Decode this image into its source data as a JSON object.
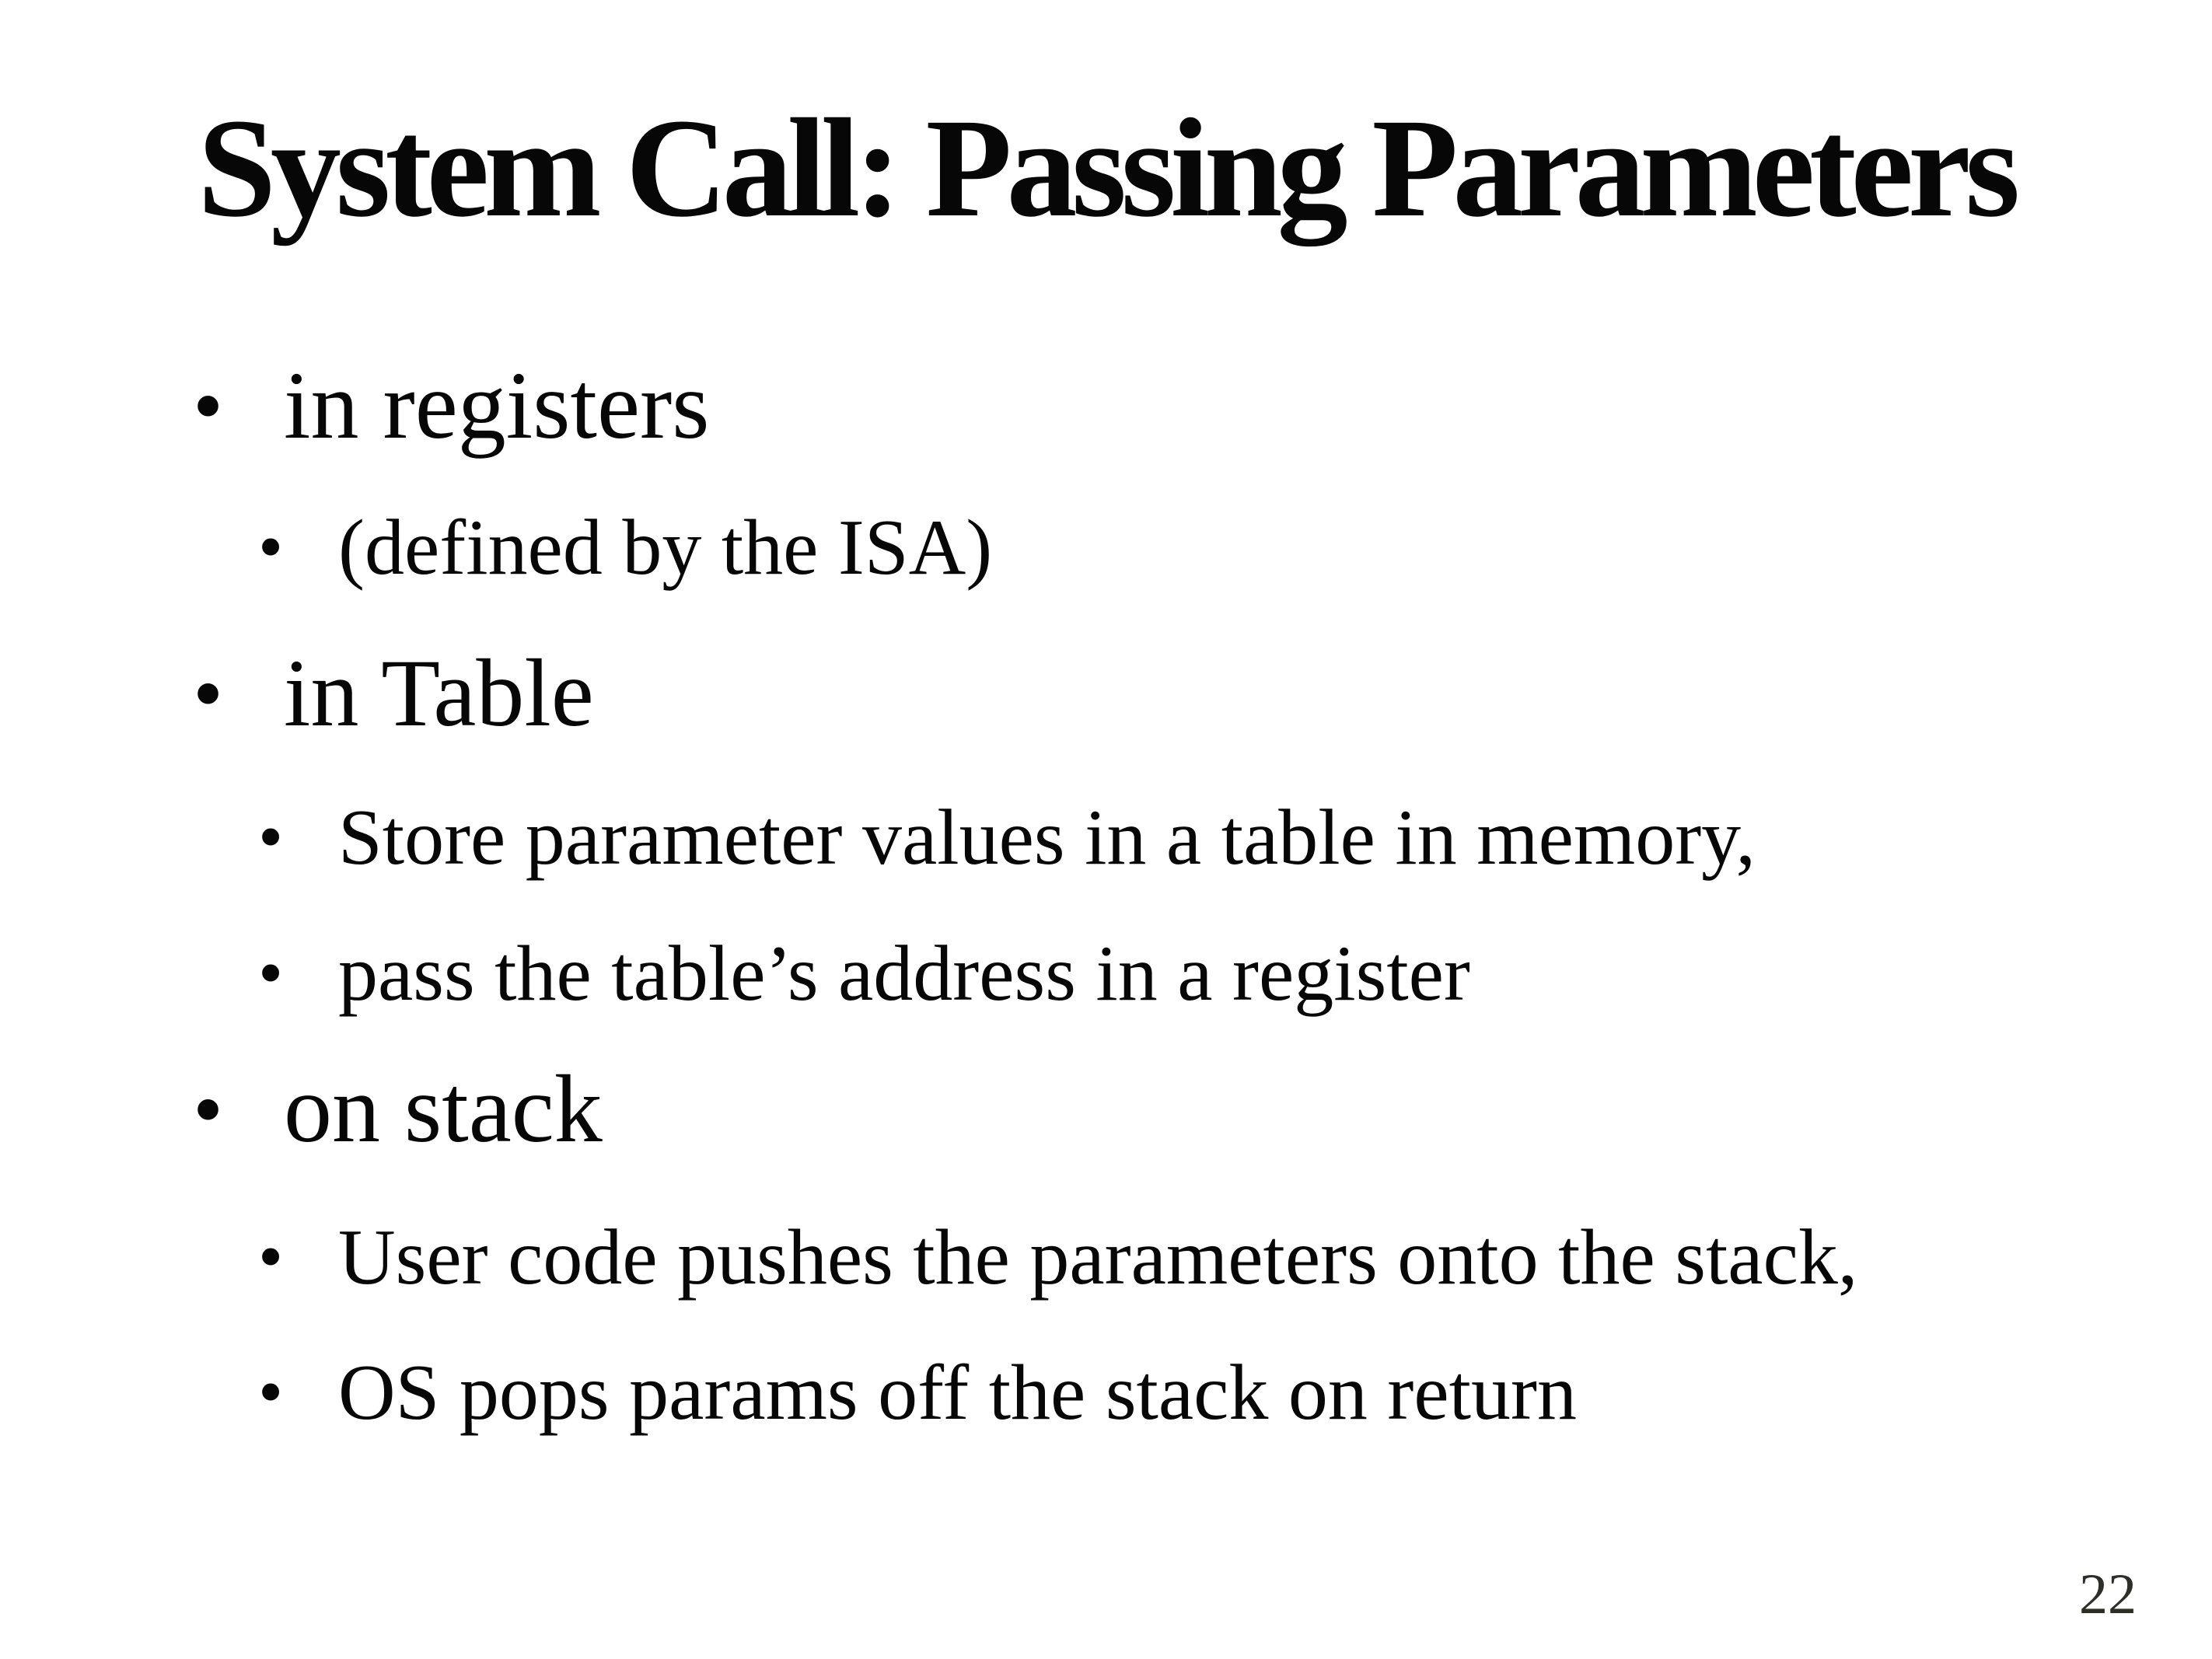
{
  "slide": {
    "title": "System Call: Passing Parameters",
    "bullet_char": "•",
    "bullets": [
      {
        "level": 1,
        "text": "in registers"
      },
      {
        "level": 2,
        "text": "(defined by the ISA)"
      },
      {
        "level": 1,
        "text": "in Table"
      },
      {
        "level": 2,
        "text": "Store parameter values in a table in memory,"
      },
      {
        "level": 2,
        "text": "pass the table’s address in a register"
      },
      {
        "level": 1,
        "text": "on stack"
      },
      {
        "level": 2,
        "text": "User code pushes the parameters onto the stack,"
      },
      {
        "level": 2,
        "text": "OS pops params off the stack on return"
      }
    ],
    "page_number": "22",
    "colors": {
      "background": "#ffffff",
      "text": "#070707",
      "page_number": "#2e2e28"
    }
  }
}
